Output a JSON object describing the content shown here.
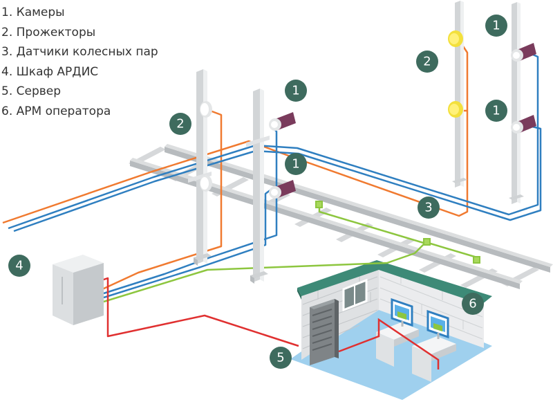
{
  "legend": [
    {
      "number": "1",
      "label": "Камеры"
    },
    {
      "number": "2",
      "label": "Прожекторы"
    },
    {
      "number": "3",
      "label": "Датчики колесных пар"
    },
    {
      "number": "4",
      "label": "Шкаф АРДИС"
    },
    {
      "number": "5",
      "label": "Сервер"
    },
    {
      "number": "6",
      "label": "АРМ оператора"
    }
  ],
  "separator": ". ",
  "badges": [
    {
      "id": "camera-1",
      "text": "1"
    },
    {
      "id": "camera-2",
      "text": "1"
    },
    {
      "id": "camera-3",
      "text": "1"
    },
    {
      "id": "camera-4",
      "text": "1"
    },
    {
      "id": "floodlight-1",
      "text": "2"
    },
    {
      "id": "floodlight-2",
      "text": "2"
    },
    {
      "id": "sensors",
      "text": "3"
    },
    {
      "id": "cabinet",
      "text": "4"
    },
    {
      "id": "server",
      "text": "5"
    },
    {
      "id": "operator",
      "text": "6"
    }
  ],
  "colors": {
    "badge": "#3e6b5e",
    "cable_video": "#2f7fc0",
    "cable_light": "#f07a30",
    "cable_sensor": "#8dc63f",
    "cable_server": "#e03030",
    "roof": "#3d8a77",
    "floor": "#9fd0ee",
    "rail": "#c9ccce",
    "pole": "#e4e6e7"
  },
  "icons": {
    "camera": "cctv-camera-icon",
    "floodlight": "floodlight-icon",
    "sensor": "wheel-sensor-icon",
    "cabinet": "equipment-cabinet-icon",
    "server": "server-rack-icon",
    "monitor": "monitor-icon"
  }
}
